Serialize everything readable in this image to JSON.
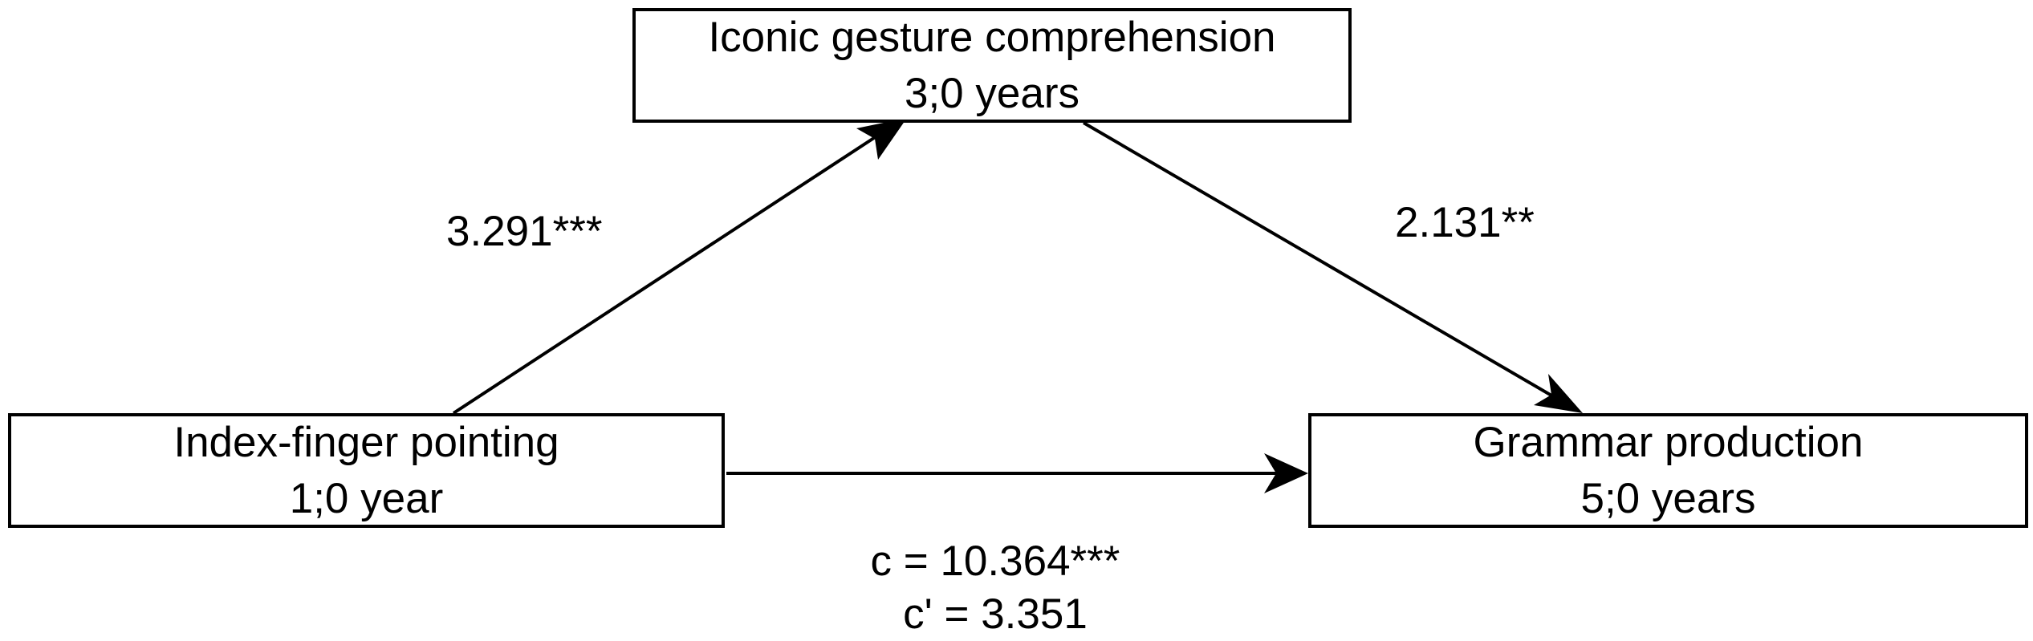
{
  "nodes": {
    "mediator": {
      "line1": "Iconic gesture comprehension",
      "line2": "3;0 years"
    },
    "predictor": {
      "line1": "Index-finger pointing",
      "line2": "1;0 year"
    },
    "outcome": {
      "line1": "Grammar production",
      "line2": "5;0 years"
    }
  },
  "edges": {
    "a_path": {
      "label": "3.291***"
    },
    "b_path": {
      "label": "2.131**"
    },
    "c_path": {
      "total_label": "c = 10.364***",
      "direct_label": "c' = 3.351"
    }
  },
  "colors": {
    "stroke": "#000000",
    "background": "#ffffff"
  }
}
